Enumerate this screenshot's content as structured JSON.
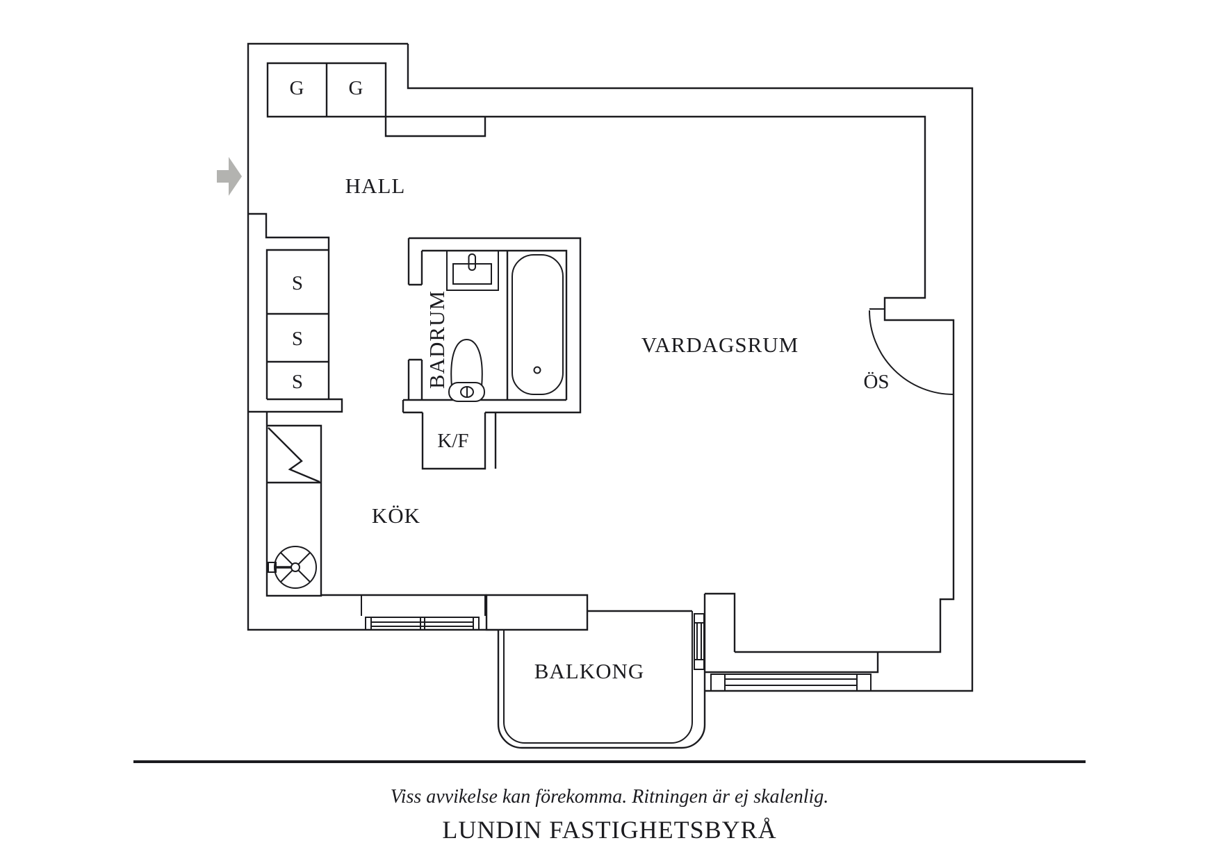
{
  "plan": {
    "rooms": {
      "hall": "HALL",
      "badrum": "BADRUM",
      "vardagsrum": "VARDAGSRUM",
      "kok": "KÖK",
      "balkong": "BALKONG"
    },
    "labels": {
      "kf": "K/F",
      "os": "ÖS",
      "wardrobes": [
        "G",
        "G"
      ],
      "closets": [
        "S",
        "S",
        "S"
      ]
    }
  },
  "footer": {
    "disclaimer": "Viss avvikelse kan förekomma. Ritningen är ej skalenlig.",
    "brand": "LUNDIN FASTIGHETSBYRÅ"
  },
  "colors": {
    "line": "#1b1b1f",
    "arrow": "#b3b3b0",
    "background": "#ffffff"
  }
}
